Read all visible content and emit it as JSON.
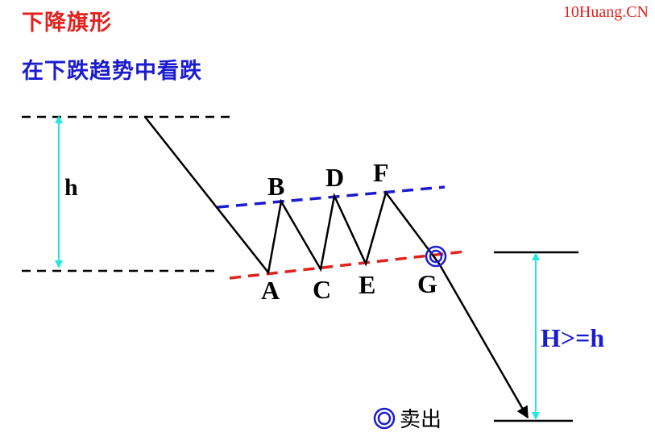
{
  "title": "下降旗形",
  "subtitle": "在下跌趋势中看跌",
  "watermark": "10Huang.CN",
  "points": {
    "A": "A",
    "B": "B",
    "C": "C",
    "D": "D",
    "E": "E",
    "F": "F",
    "G": "G"
  },
  "measurements": {
    "flagpole_height": "h",
    "target_distance": "H>=h"
  },
  "legend": {
    "symbol": "◎",
    "label": "卖出"
  },
  "colors": {
    "title": "#e0231f",
    "subtitle": "#1c1ccf",
    "upper_trendline": "#1c1ccf",
    "lower_trendline": "#e0231f",
    "measure_arrows": "#22e6e6",
    "price_path": "#000000",
    "sell_marker": "#1c1ccf"
  },
  "icons": {
    "sell_marker": "double-circle-icon"
  }
}
